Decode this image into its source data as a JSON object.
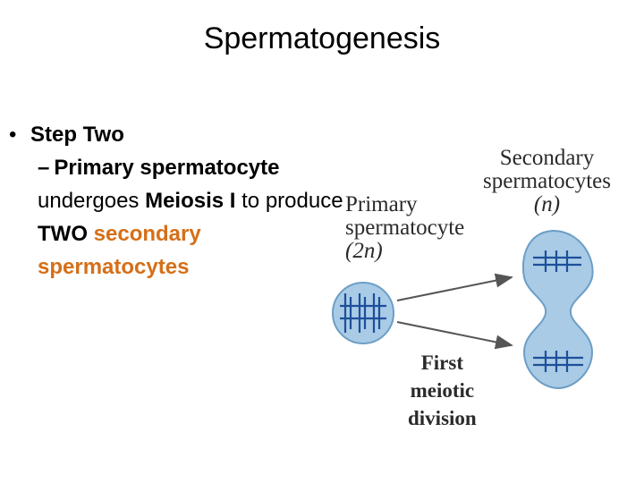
{
  "title": "Spermatogenesis",
  "bullet": {
    "marker": "•",
    "heading": "Step Two",
    "dash": "–",
    "segments": [
      {
        "text": "Primary spermatocyte",
        "style": "bold"
      },
      {
        "text": " undergoes ",
        "style": "normal"
      },
      {
        "text": "Meiosis I",
        "style": "bold"
      },
      {
        "text": " to produce ",
        "style": "normal"
      },
      {
        "text": "TWO",
        "style": "bold"
      },
      {
        "text": " secondary spermatocytes",
        "style": "orange-bold"
      }
    ]
  },
  "diagram": {
    "secondary_label": [
      "Secondary",
      "spermatocytes",
      "(n)"
    ],
    "primary_label": [
      "Primary",
      "spermatocyte",
      "(2n)"
    ],
    "division_label": [
      "First",
      "meiotic",
      "division"
    ]
  },
  "colors": {
    "accent": "#d56f18",
    "cell_fill": "#a9cbe6",
    "cell_stroke": "#6c9ec6",
    "chromosome": "#1d4f9a",
    "arrow": "#555555"
  }
}
